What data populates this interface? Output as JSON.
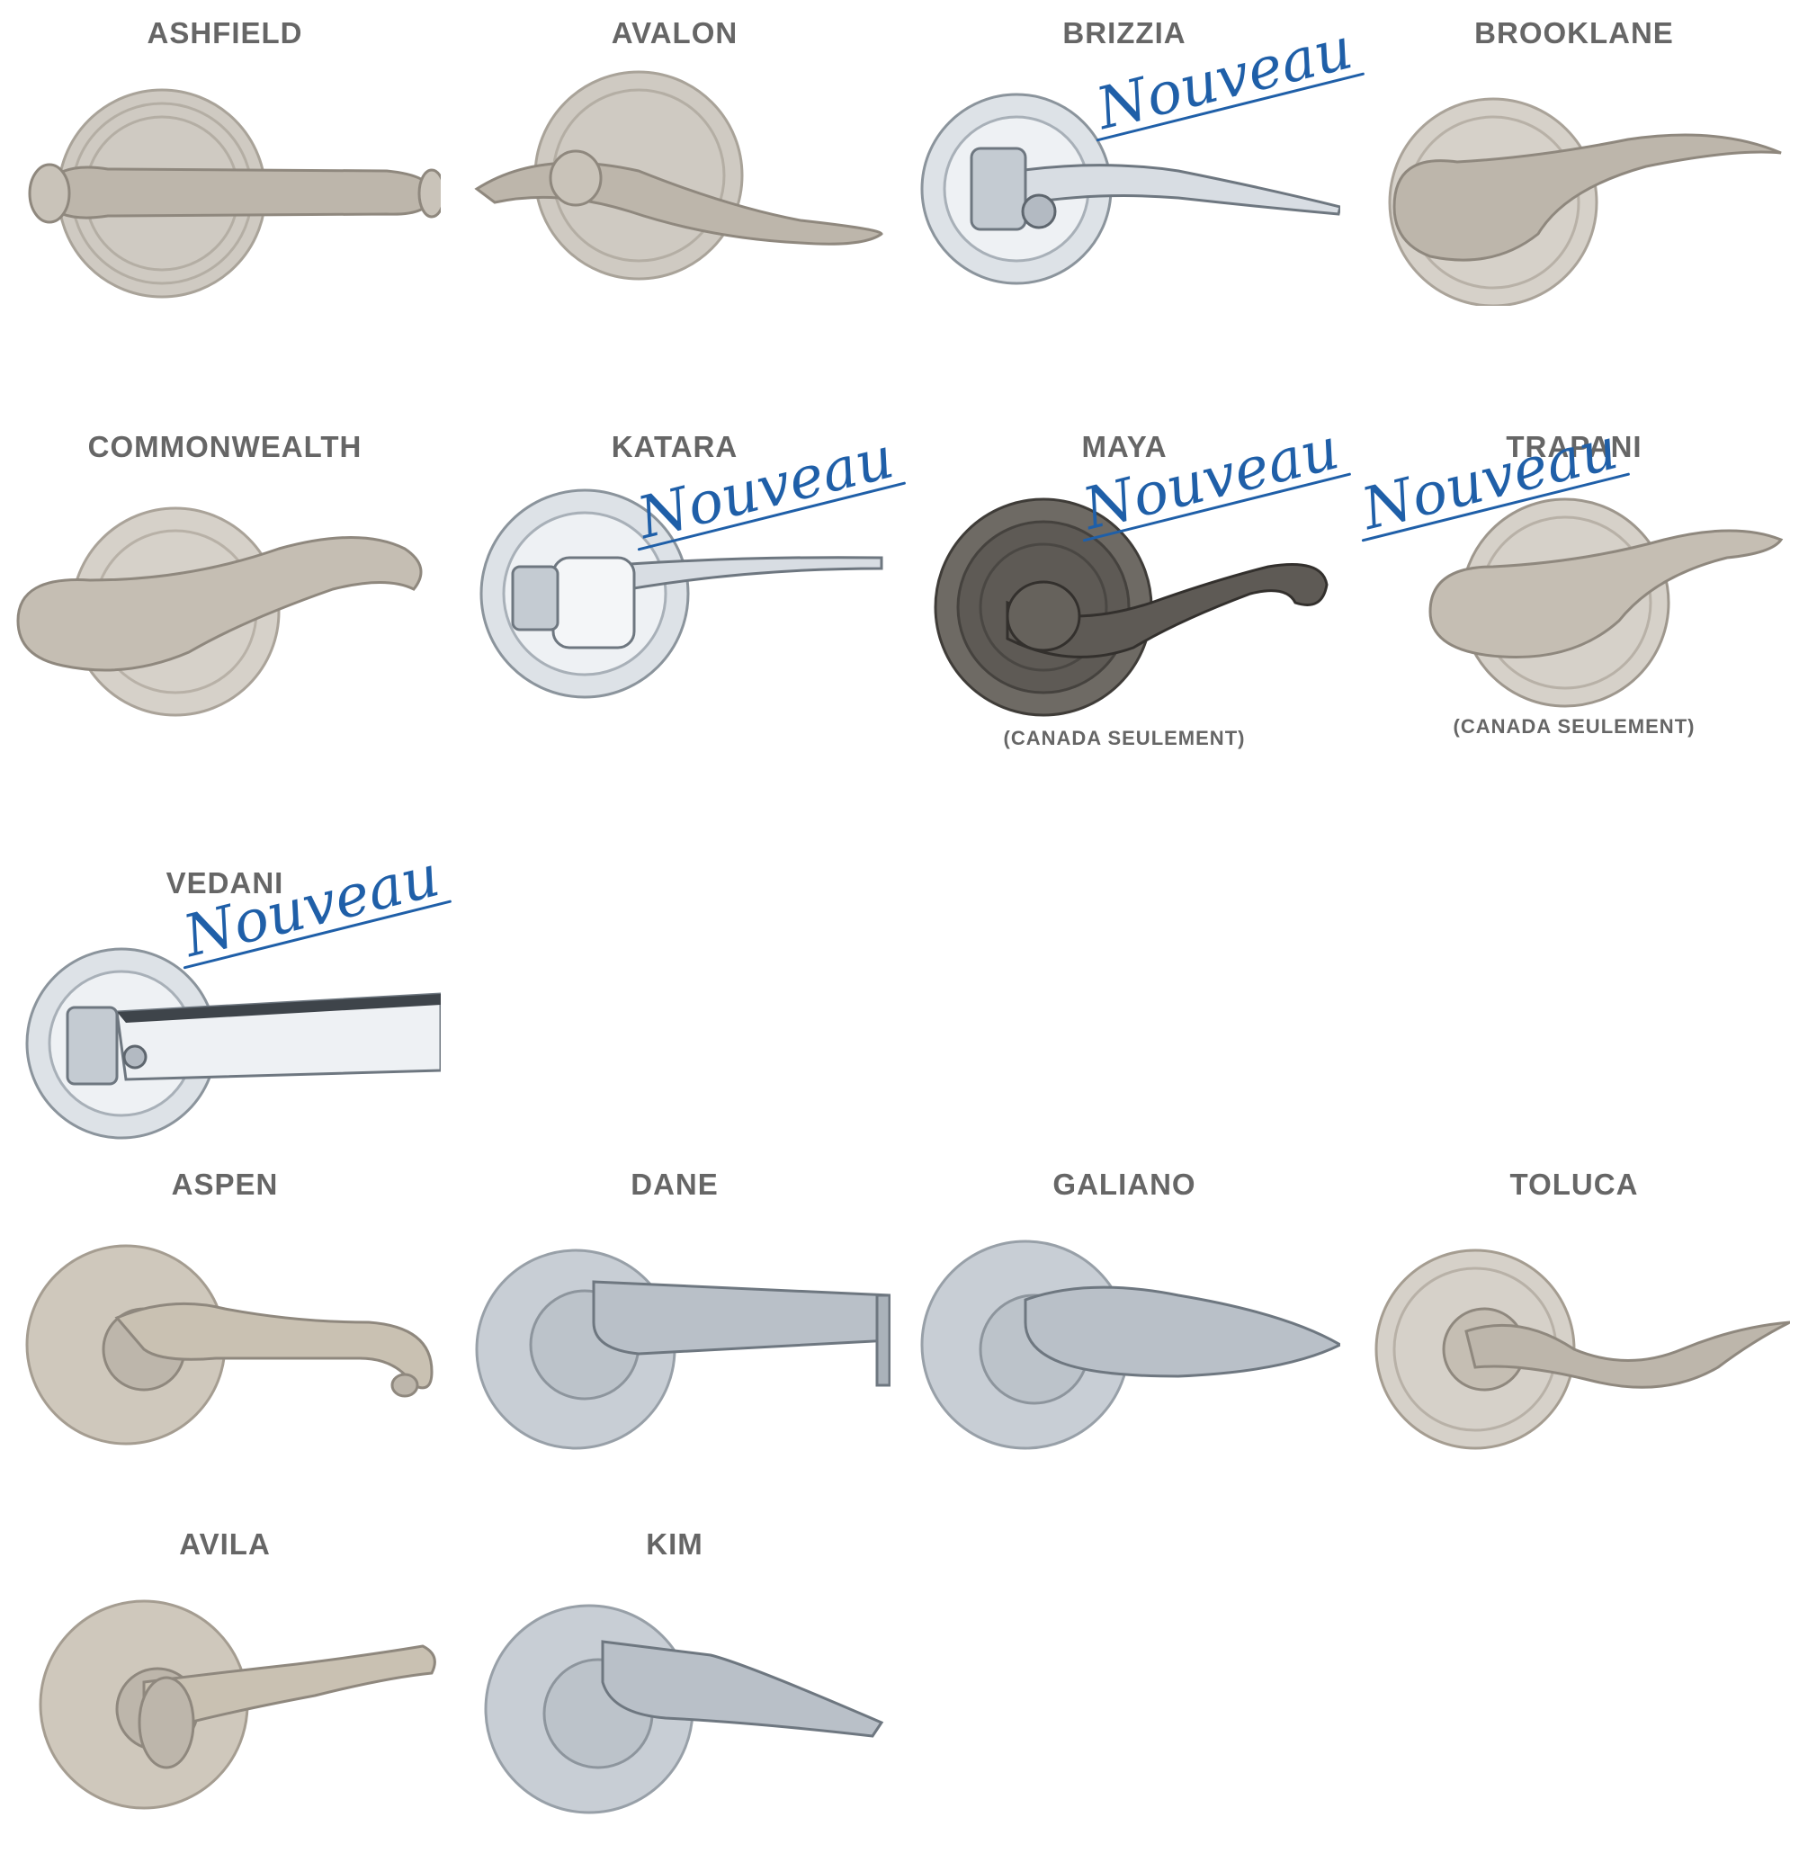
{
  "handles": [
    {
      "name": "ASHFIELD",
      "finish": "satin nickel",
      "style": "traditional"
    },
    {
      "name": "AVALON",
      "finish": "satin nickel",
      "style": "curved"
    },
    {
      "name": "BRIZZIA",
      "finish": "polished chrome",
      "style": "curved",
      "badge": "Nouveau"
    },
    {
      "name": "BROOKLANE",
      "finish": "satin nickel",
      "style": "wave"
    },
    {
      "name": "COMMONWEALTH",
      "finish": "satin nickel",
      "style": "wave"
    },
    {
      "name": "KATARA",
      "finish": "polished chrome",
      "style": "slim",
      "badge": "Nouveau"
    },
    {
      "name": "MAYA",
      "finish": "antique nickel",
      "style": "scroll",
      "badge": "Nouveau",
      "note": "(CANADA SEULEMENT)"
    },
    {
      "name": "TRAPANI",
      "finish": "satin nickel",
      "style": "wave",
      "badge": "Nouveau",
      "note": "(CANADA SEULEMENT)"
    },
    {
      "name": "VEDANI",
      "finish": "polished chrome",
      "style": "square",
      "badge": "Nouveau"
    },
    {
      "name": "ASPEN",
      "finish": "satin nickel",
      "style": "curved"
    },
    {
      "name": "DANE",
      "finish": "satin chrome",
      "style": "square"
    },
    {
      "name": "GALIANO",
      "finish": "satin chrome",
      "style": "leaf"
    },
    {
      "name": "TOLUCA",
      "finish": "satin nickel",
      "style": "wave"
    },
    {
      "name": "AVILA",
      "finish": "satin nickel",
      "style": "curved"
    },
    {
      "name": "KIM",
      "finish": "satin chrome",
      "style": "square"
    }
  ],
  "colors": {
    "label": "#666666",
    "badge": "#1f5fa8",
    "satin_nickel": "#bdb6ab",
    "polished_chrome": "#d8dde3",
    "antique_nickel": "#5e5a55",
    "satin_chrome": "#b9c0c8"
  }
}
